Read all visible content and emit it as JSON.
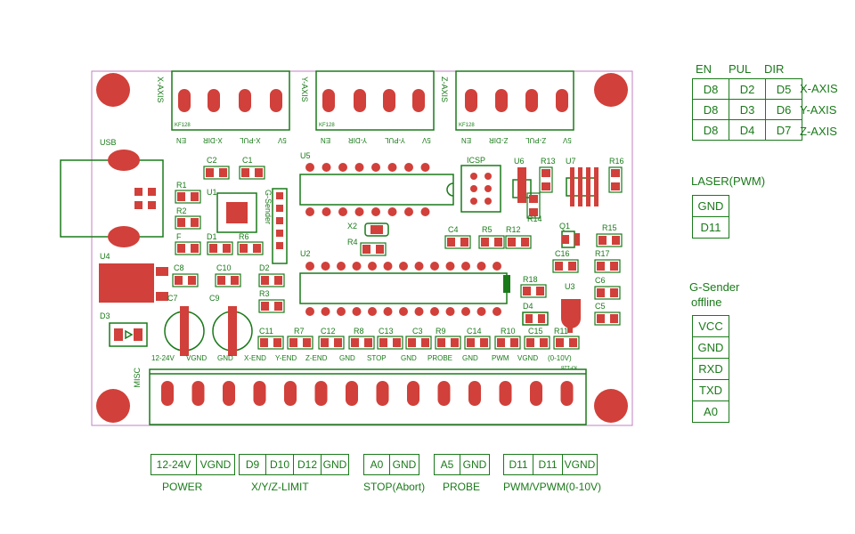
{
  "board": {
    "x_axis_label": "X-AXIS",
    "y_axis_label": "Y-AXIS",
    "z_axis_label": "Z-AXIS",
    "kf_x": "KF128",
    "kf_y": "KF128",
    "kf_z": "KF128",
    "kf_misc": "KF128",
    "x_pins": [
      "EN",
      "X-DIR",
      "X-PUL",
      "5V"
    ],
    "y_pins": [
      "EN",
      "Y-DIR",
      "Y-PUL",
      "5V"
    ],
    "z_pins": [
      "EN",
      "Z-DIR",
      "Z-PUL",
      "5V"
    ],
    "usb": "USB",
    "u4": "U4",
    "u1": "U1",
    "u5": "U5",
    "u2": "U2",
    "u3": "U3",
    "u6": "U6",
    "u7": "U7",
    "x2": "X2",
    "icsp": "ICSP",
    "gsender": "G-Sender",
    "misc": "MISC",
    "c1": "C1",
    "c2": "C2",
    "c4": "C4",
    "c5": "C5",
    "c6": "C6",
    "c7": "C7",
    "c8": "C8",
    "c9": "C9",
    "c10": "C10",
    "c11": "C11",
    "c12": "C12",
    "c13": "C13",
    "c14": "C14",
    "c15": "C15",
    "c16": "C16",
    "c3": "C3",
    "r1": "R1",
    "r2": "R2",
    "r3": "R3",
    "r4": "R4",
    "r5": "R5",
    "r6": "R6",
    "r7": "R7",
    "r8": "R8",
    "r9": "R9",
    "r10": "R10",
    "r11": "R11",
    "r12": "R12",
    "r13": "R13",
    "r14": "R14",
    "r15": "R15",
    "r16": "R16",
    "r17": "R17",
    "r18": "R18",
    "d1": "D1",
    "d2": "D2",
    "d3": "D3",
    "d4": "D4",
    "f": "F",
    "q1": "Q1",
    "bottom_pins": [
      "12-24V",
      "VGND",
      "GND",
      "X-END",
      "Y-END",
      "Z-END",
      "GND",
      "STOP",
      "GND",
      "PROBE",
      "GND",
      "PWM",
      "VGND",
      "(0-10V)"
    ]
  },
  "right_panel": {
    "axis_header": [
      "EN",
      "PUL",
      "DIR"
    ],
    "axis_rows": [
      {
        "cells": [
          "D8",
          "D2",
          "D5"
        ],
        "label": "X-AXIS"
      },
      {
        "cells": [
          "D8",
          "D3",
          "D6"
        ],
        "label": "Y-AXIS"
      },
      {
        "cells": [
          "D8",
          "D4",
          "D7"
        ],
        "label": "Z-AXIS"
      }
    ],
    "laser_title": "LASER(PWM)",
    "laser_rows": [
      "GND",
      "D11"
    ],
    "gsender_title_1": "G-Sender",
    "gsender_title_2": "offline",
    "gsender_rows": [
      "VCC",
      "GND",
      "RXD",
      "TXD",
      "A0"
    ]
  },
  "bottom_tables": {
    "power": {
      "cells": [
        "12-24V",
        "VGND"
      ],
      "caption": "POWER"
    },
    "limit": {
      "cells": [
        "D9",
        "D10",
        "D12",
        "GND"
      ],
      "caption": "X/Y/Z-LIMIT"
    },
    "stop": {
      "cells": [
        "A0",
        "GND"
      ],
      "caption": "STOP(Abort)"
    },
    "probe": {
      "cells": [
        "A5",
        "GND"
      ],
      "caption": "PROBE"
    },
    "pwm": {
      "cells": [
        "D11",
        "D11",
        "VGND"
      ],
      "caption": "PWM/VPWM(0-10V)"
    }
  },
  "colors": {
    "trace": "#1a7a1a",
    "pad": "#d1403a",
    "board_outline": "#c080c0"
  }
}
